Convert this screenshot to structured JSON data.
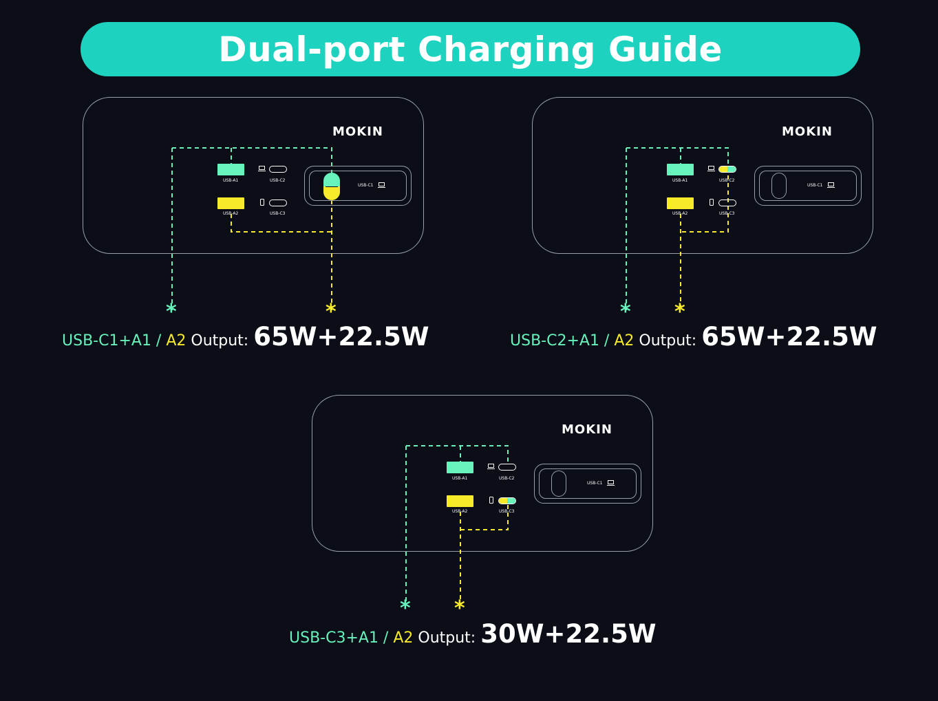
{
  "title": "Dual-port Charging Guide",
  "colors": {
    "background": "#0b0d17",
    "banner": "#1dd3bf",
    "green": "#67f3bb",
    "yellow": "#f6ea2b",
    "outline": "#9aa0a8"
  },
  "icons": [
    "laptop-icon",
    "phone-icon",
    "asterisk-icon"
  ],
  "panels": [
    {
      "brand": "MOKIN",
      "ports": {
        "a1": "USB-A1",
        "a2": "USB-A2",
        "c2": "USB-C2",
        "c3": "USB-C3",
        "c1": "USB-C1"
      },
      "caption": {
        "combo": "USB-C1+A1",
        "sep": " / ",
        "a2": "A2",
        "output": " Output: ",
        "watts": "65W+22.5W"
      }
    },
    {
      "brand": "MOKIN",
      "ports": {
        "a1": "USB-A1",
        "a2": "USB-A2",
        "c2": "USB-C2",
        "c3": "USB-C3",
        "c1": "USB-C1"
      },
      "caption": {
        "combo": "USB-C2+A1",
        "sep": " / ",
        "a2": "A2",
        "output": " Output: ",
        "watts": "65W+22.5W"
      }
    },
    {
      "brand": "MOKIN",
      "ports": {
        "a1": "USB-A1",
        "a2": "USB-A2",
        "c2": "USB-C2",
        "c3": "USB-C3",
        "c1": "USB-C1"
      },
      "caption": {
        "combo": "USB-C3+A1",
        "sep": " / ",
        "a2": "A2",
        "output": " Output: ",
        "watts": "30W+22.5W"
      }
    }
  ]
}
